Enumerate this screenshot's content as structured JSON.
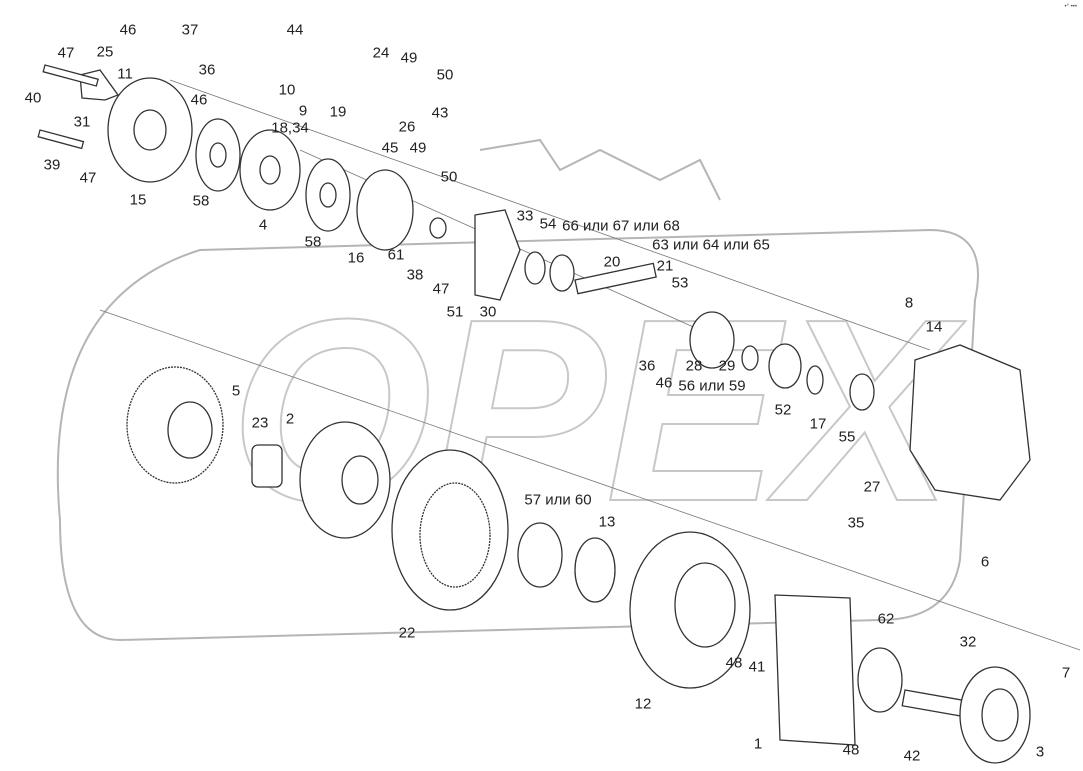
{
  "corner_mark": "•° •••",
  "watermark": "OPEX",
  "colors": {
    "line": "#333333",
    "watermark": "#b5b5b5",
    "label": "#222222"
  },
  "labels": [
    "46",
    "37",
    "47",
    "25",
    "36",
    "11",
    "46",
    "40",
    "31",
    "39",
    "47",
    "15",
    "58",
    "4",
    "58",
    "18,34",
    "44",
    "24",
    "49",
    "50",
    "10",
    "9",
    "19",
    "43",
    "26",
    "45",
    "49",
    "50",
    "16",
    "61",
    "38",
    "47",
    "51",
    "30",
    "33",
    "54",
    "66 или 67 или 68",
    "63 или 64 или 65",
    "20",
    "21",
    "53",
    "8",
    "14",
    "36",
    "46",
    "28",
    "29",
    "56 или 59",
    "52",
    "17",
    "55",
    "5",
    "23",
    "2",
    "27",
    "35",
    "6",
    "57 или 60",
    "13",
    "22",
    "62",
    "32",
    "7",
    "48",
    "41",
    "12",
    "48",
    "42",
    "1",
    "3"
  ]
}
